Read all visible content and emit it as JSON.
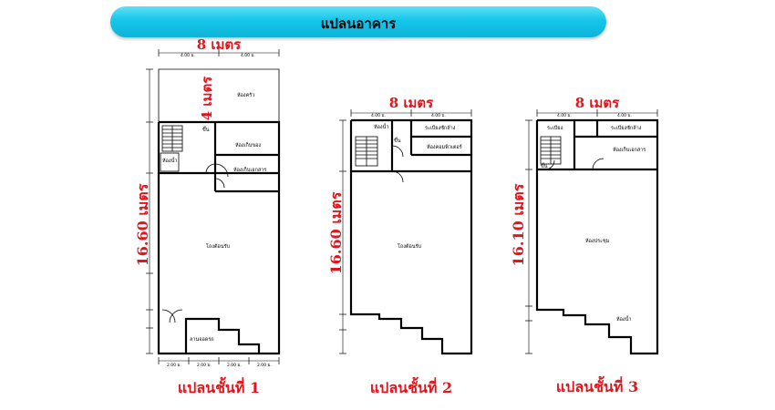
{
  "header": {
    "title": "แปลนอาคาร"
  },
  "plans": [
    {
      "caption": "แปลนชั้นที่ 1",
      "width_label": "8 เมตร",
      "depth_label": "16.60 เมตร",
      "top_label": "4 เมตร",
      "top_dims": [
        "4.00 ม.",
        "4.00 ม."
      ],
      "bottom_dims": [
        "2.00 ม.",
        "2.00 ม.",
        "2.00 ม.",
        "2.00 ม."
      ],
      "rooms": {
        "kitchen": "ห้องครัว",
        "up": "ขึ้น",
        "toilet": "ห้องน้ำ",
        "store1": "ห้องเก็บของ",
        "store2": "ห้องเก็บเอกสาร",
        "office": "โถงต้อนรับ",
        "patio": "ลานจอดรถ"
      }
    },
    {
      "caption": "แปลนชั้นที่ 2",
      "width_label": "8 เมตร",
      "depth_label": "16.60 เมตร",
      "top_dims": [
        "4.00 ม.",
        "4.00 ม."
      ],
      "rooms": {
        "toilet": "ห้องน้ำ",
        "up": "ขึ้น",
        "server": "ระเบียงซักล้าง",
        "computer": "ห้องคอมพิวเตอร์",
        "office": "โถงต้อนรับ"
      }
    },
    {
      "caption": "แปลนชั้นที่ 3",
      "width_label": "8 เมตร",
      "depth_label": "16.10 เมตร",
      "top_dims": [
        "4.00 ม.",
        "4.00 ม."
      ],
      "rooms": {
        "balcony1": "ระเบียง",
        "balcony2": "ระเบียงซักล้าง",
        "up": "ขึ้น",
        "store": "ห้องเก็บเอกสาร",
        "meeting": "ห้องประชุม",
        "bath": "ห้องน้ำ"
      }
    }
  ]
}
